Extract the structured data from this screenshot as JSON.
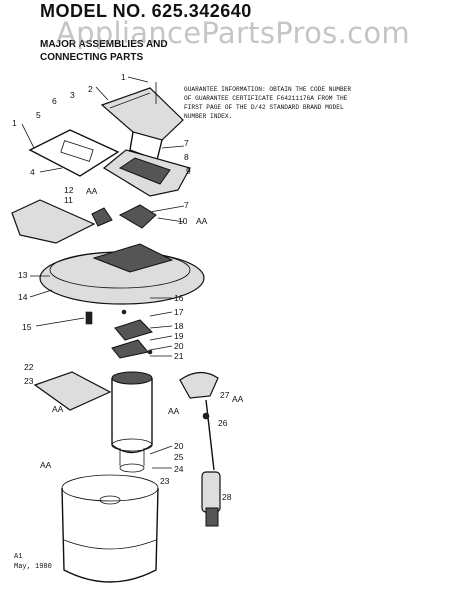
{
  "header": {
    "model": "MODEL NO. 625.342640",
    "watermark": "AppliancePartsPros.com",
    "section_title_1": "MAJOR ASSEMBLIES AND",
    "section_title_2": "CONNECTING PARTS"
  },
  "guarantee_lines": [
    "GUARANTEE INFORMATION:  OBTAIN THE CODE NUMBER",
    "OF GUARANTEE CERTIFICATE F64211176A FROM THE",
    "FIRST PAGE OF THE D/42 STANDARD BRAND MODEL",
    "NUMBER INDEX."
  ],
  "footer": {
    "code": "A1",
    "date": "May, 1980"
  },
  "callouts": [
    {
      "id": "c1a",
      "text": "1"
    },
    {
      "id": "c1b",
      "text": "1"
    },
    {
      "id": "c2",
      "text": "2"
    },
    {
      "id": "c3",
      "text": "3"
    },
    {
      "id": "c4",
      "text": "4"
    },
    {
      "id": "c5",
      "text": "5"
    },
    {
      "id": "c6",
      "text": "6"
    },
    {
      "id": "c7a",
      "text": "7"
    },
    {
      "id": "c7b",
      "text": "7"
    },
    {
      "id": "c8",
      "text": "8"
    },
    {
      "id": "c9",
      "text": "9"
    },
    {
      "id": "c10",
      "text": "10"
    },
    {
      "id": "c11",
      "text": "11"
    },
    {
      "id": "c12",
      "text": "12"
    },
    {
      "id": "c13",
      "text": "13"
    },
    {
      "id": "c14",
      "text": "14"
    },
    {
      "id": "c15",
      "text": "15"
    },
    {
      "id": "c16",
      "text": "16"
    },
    {
      "id": "c17",
      "text": "17"
    },
    {
      "id": "c18",
      "text": "18"
    },
    {
      "id": "c19",
      "text": "19"
    },
    {
      "id": "c20a",
      "text": "20"
    },
    {
      "id": "c20b",
      "text": "20"
    },
    {
      "id": "c21",
      "text": "21"
    },
    {
      "id": "c22",
      "text": "22"
    },
    {
      "id": "c23a",
      "text": "23"
    },
    {
      "id": "c23b",
      "text": "23"
    },
    {
      "id": "c24",
      "text": "24"
    },
    {
      "id": "c25",
      "text": "25"
    },
    {
      "id": "c26",
      "text": "26"
    },
    {
      "id": "c27",
      "text": "27"
    },
    {
      "id": "c28",
      "text": "28"
    },
    {
      "id": "aa1",
      "text": "AA"
    },
    {
      "id": "aa2",
      "text": "AA"
    },
    {
      "id": "aa3",
      "text": "AA"
    },
    {
      "id": "aa4",
      "text": "AA"
    },
    {
      "id": "aa5",
      "text": "AA"
    },
    {
      "id": "aa6",
      "text": "AA"
    }
  ]
}
